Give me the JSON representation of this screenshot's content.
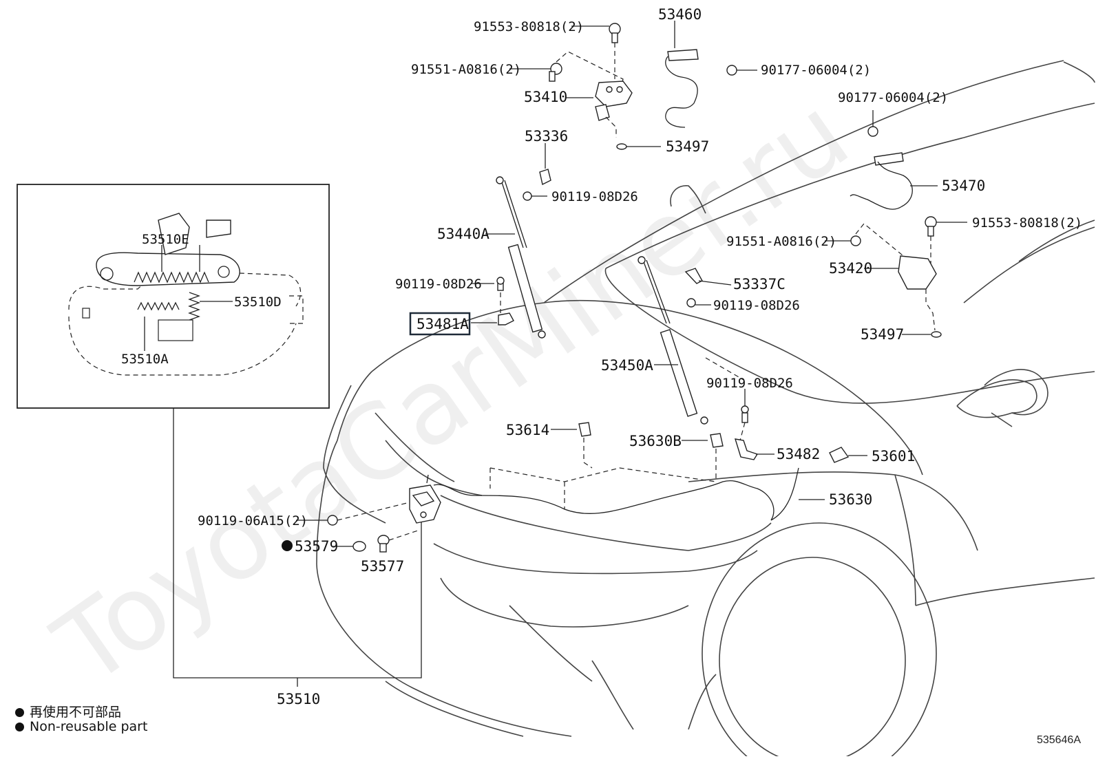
{
  "parts": {
    "p_91553_80818_a": "91553-80818(2)",
    "p_91551_a0816_a": "91551-A0816(2)",
    "p_53460": "53460",
    "p_90177_06004_a": "90177-06004(2)",
    "p_53410": "53410",
    "p_53497_a": "53497",
    "p_90177_06004_b": "90177-06004(2)",
    "p_53336": "53336",
    "p_90119_08d26_a": "90119-08D26",
    "p_53470": "53470",
    "p_91553_80818_b": "91553-80818(2)",
    "p_91551_a0816_b": "91551-A0816(2)",
    "p_53440a": "53440A",
    "p_53420": "53420",
    "p_53337c": "53337C",
    "p_90119_08d26_b": "90119-08D26",
    "p_90119_08d26_c": "90119-08D26",
    "p_53481a": "53481A",
    "p_53497_b": "53497",
    "p_53450a": "53450A",
    "p_90119_08d26_d": "90119-08D26",
    "p_53614": "53614",
    "p_53630b": "53630B",
    "p_53482": "53482",
    "p_53601": "53601",
    "p_53630": "53630",
    "p_90119_06a15": "90119-06A15(2)",
    "p_53579": "53579",
    "p_53577": "53577",
    "p_53510": "53510",
    "p_53510e": "53510E",
    "p_53510d": "53510D",
    "p_53510a": "53510A"
  },
  "legend": {
    "jp": "再使用不可部品",
    "en": "Non-reusable part"
  },
  "figure_code": "535646A",
  "watermark": "ToyotaCarMiner.ru",
  "colors": {
    "line": "#222222",
    "highlight_box": "#1e2a38",
    "background": "#ffffff"
  }
}
